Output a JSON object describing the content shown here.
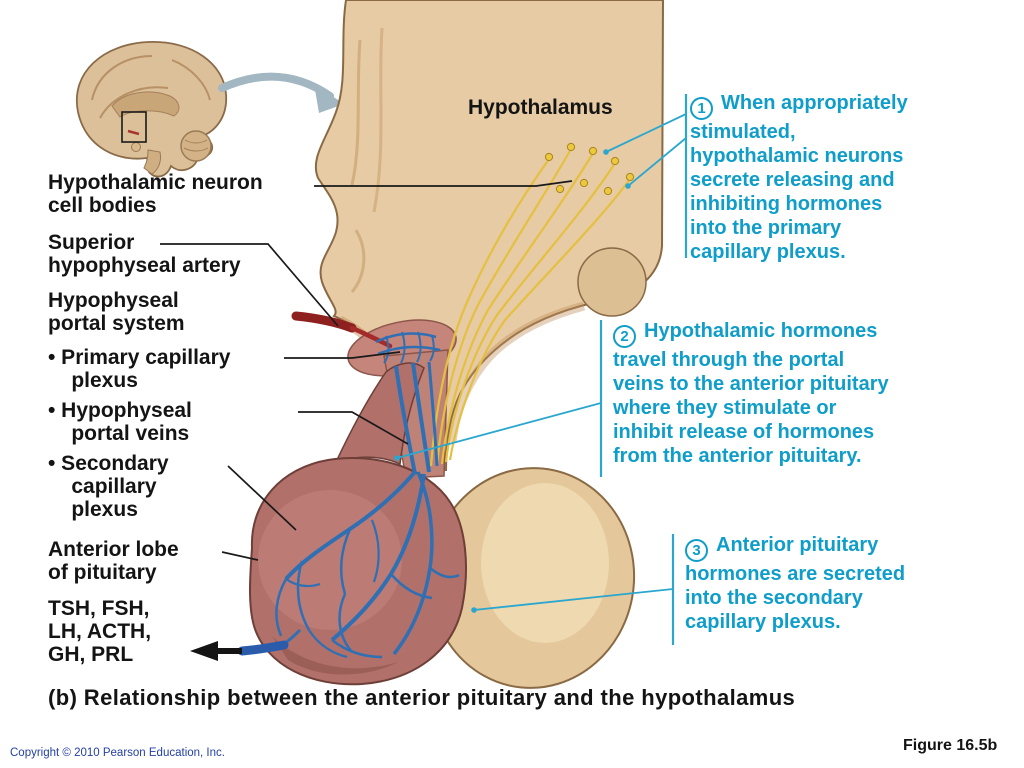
{
  "palette": {
    "callout_teal": "#0f9dca",
    "connector_teal": "#2ba7cf",
    "label_black": "#1a1a1a",
    "copyright_blue": "#2540a3",
    "tissue_tan": "#e6cba4",
    "posterior_lobe_tan": "#e4c79a",
    "anterior_lobe_red": "#b1706a",
    "vessel_blue": "#2f6fb4",
    "artery_red": "#8e2020",
    "neuron_yellow": "#e5c040"
  },
  "labels": {
    "hypothalamus": "Hypothalamus",
    "left": [
      {
        "id": "hypothalamic-neuron-cell-bodies",
        "text": "Hypothalamic neuron\ncell bodies"
      },
      {
        "id": "superior-hypophyseal-artery",
        "text": "Superior\nhypophyseal artery"
      },
      {
        "id": "hypophyseal-portal-system",
        "text": "Hypophyseal\nportal system"
      },
      {
        "id": "primary-capillary-plexus",
        "text": "• Primary capillary\n    plexus"
      },
      {
        "id": "hypophyseal-portal-veins",
        "text": "• Hypophyseal\n    portal veins"
      },
      {
        "id": "secondary-capillary-plexus",
        "text": "• Secondary\n    capillary\n    plexus"
      },
      {
        "id": "anterior-lobe-of-pituitary",
        "text": "Anterior lobe\nof pituitary"
      },
      {
        "id": "hormones",
        "text": "TSH, FSH,\nLH, ACTH,\nGH, PRL"
      }
    ]
  },
  "callouts": [
    {
      "number": "1",
      "text": "When appropriately\nstimulated,\nhypothalamic neurons\nsecrete releasing and\ninhibiting hormones\ninto the primary\ncapillary plexus."
    },
    {
      "number": "2",
      "text": "Hypothalamic hormones\ntravel through the portal\nveins to the anterior pituitary\nwhere they stimulate or\ninhibit release of hormones\nfrom the anterior pituitary."
    },
    {
      "number": "3",
      "text": "Anterior pituitary\nhormones are secreted\ninto the secondary\ncapillary plexus."
    }
  ],
  "footer": {
    "caption": "(b) Relationship between the anterior pituitary and the hypothalamus",
    "copyright": "Copyright © 2010 Pearson Education, Inc.",
    "figure_number": "Figure 16.5b"
  }
}
